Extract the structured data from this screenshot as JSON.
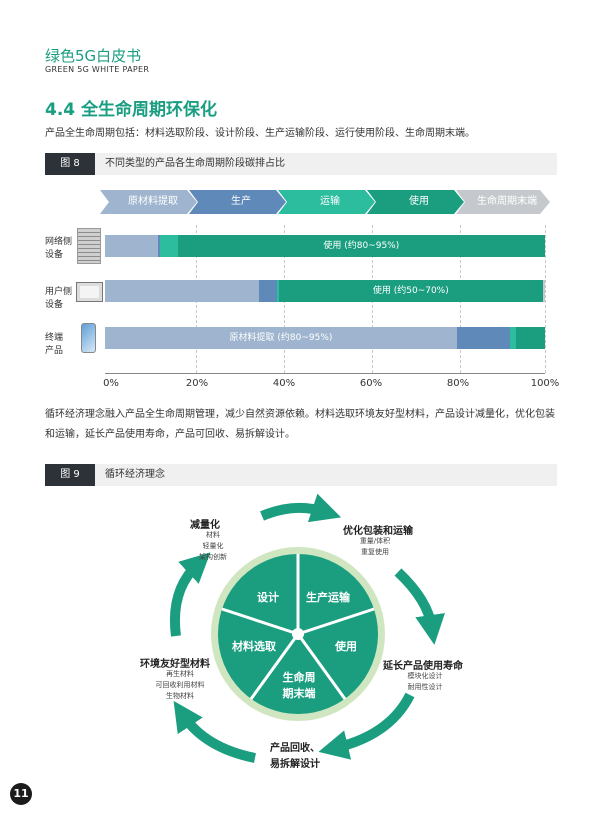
{
  "header": {
    "title": "绿色5G白皮书",
    "subtitle": "GREEN 5G WHITE PAPER"
  },
  "section": {
    "title": "4.4 全生命周期环保化",
    "intro": "产品全生命周期包括：材料选取阶段、设计阶段、生产运输阶段、运行使用阶段、生命周期末端。"
  },
  "figure8": {
    "tag": "图 8",
    "caption": "不同类型的产品各生命周期阶段碳排占比",
    "stages": [
      "原材料提取",
      "生产",
      "运输",
      "使用",
      "生命周期末端"
    ],
    "rows": [
      {
        "label_line1": "网络侧",
        "label_line2": "设备"
      },
      {
        "label_line1": "用户侧",
        "label_line2": "设备"
      },
      {
        "label_line1": "终端",
        "label_line2": "产品"
      }
    ],
    "ticks": [
      "0%",
      "20%",
      "40%",
      "60%",
      "80%",
      "100%"
    ]
  },
  "chart_data": {
    "type": "bar",
    "orientation": "horizontal-stacked",
    "categories": [
      "网络侧设备",
      "用户侧设备",
      "终端产品"
    ],
    "series": [
      {
        "name": "原材料提取",
        "values": [
          12,
          35,
          80
        ]
      },
      {
        "name": "生产",
        "values": [
          0.5,
          4,
          12
        ]
      },
      {
        "name": "运输",
        "values": [
          4,
          0.5,
          1.5
        ]
      },
      {
        "name": "使用",
        "values": [
          83.5,
          60,
          6.5
        ]
      },
      {
        "name": "生命周期末端",
        "values": [
          0,
          0.5,
          0
        ]
      }
    ],
    "bar_labels": [
      "使用 (约80~95%)",
      "使用 (约50~70%)",
      "原材料提取 (约80~95%)"
    ],
    "bar_label_series": [
      3,
      3,
      0
    ],
    "xlim": [
      0,
      100
    ],
    "colors": {
      "原材料提取": "#9fb5cf",
      "生产": "#5f89b8",
      "运输": "#2cbc9e",
      "使用": "#1b9e80",
      "生命周期末端": "#c5c8cc"
    }
  },
  "paragraph": {
    "line1": "循环经济理念融入产品全生命周期管理，减少自然资源依赖。材料选取环境友好型材料，产品设计减量化，优化包装",
    "line2": "和运输，延长产品使用寿命，产品可回收、易拆解设计。"
  },
  "figure9": {
    "tag": "图 9",
    "caption": "循环经济理念",
    "center_segments": [
      "设计",
      "生产运输",
      "使用",
      "生命周期末端",
      "材料选取"
    ],
    "outer": [
      {
        "title": "减量化",
        "items": [
          "材料",
          "轻量化",
          "架构创新"
        ]
      },
      {
        "title": "优化包装和运输",
        "items": [
          "重量/体积",
          "重复使用"
        ]
      },
      {
        "title": "延长产品使用寿命",
        "items": [
          "模块化设计",
          "耐用性设计"
        ]
      },
      {
        "title_line1": "产品回收、",
        "title_line2": "易拆解设计",
        "items": []
      },
      {
        "title": "环境友好型材料",
        "items": [
          "再生材料",
          "可回收利用材料",
          "生物材料"
        ]
      }
    ]
  },
  "page_number": "11",
  "colors": {
    "brand": "#1a9e82",
    "dark": "#2d3238"
  }
}
